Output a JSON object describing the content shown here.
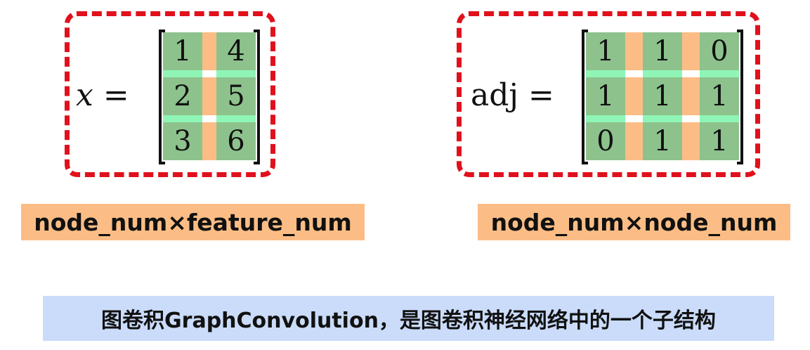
{
  "features": {
    "lhs_var": "x",
    "equals": "=",
    "matrix": [
      [
        "1",
        "4"
      ],
      [
        "2",
        "5"
      ],
      [
        "3",
        "6"
      ]
    ],
    "label": "node_num×feature_num"
  },
  "adjacency": {
    "lhs_var": "adj",
    "equals": "=",
    "matrix": [
      [
        "1",
        "1",
        "0"
      ],
      [
        "1",
        "1",
        "1"
      ],
      [
        "0",
        "1",
        "1"
      ]
    ],
    "label": "node_num×node_num"
  },
  "caption": "图卷积GraphConvolution，是图卷积神经网络中的一个子结构",
  "colors": {
    "dash_border": "#e0101c",
    "cell_green": "#8dc28d",
    "column_separator_orange": "#fbbd85",
    "row_separator_green": "#8ff5b6",
    "label_background": "#fbbd85",
    "caption_background": "#cadcf9"
  }
}
